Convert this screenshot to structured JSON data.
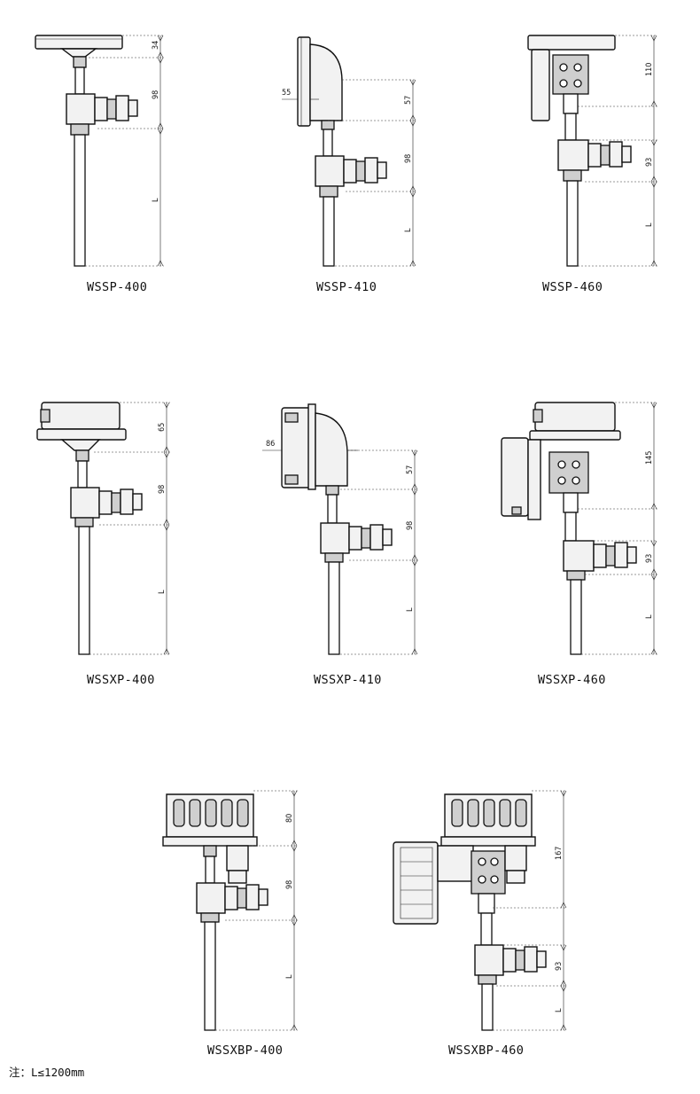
{
  "drawings": [
    {
      "model": "WSSP-400",
      "dims": [
        "34",
        "98",
        "L"
      ]
    },
    {
      "model": "WSSP-410",
      "dims": [
        "55",
        "57",
        "98",
        "L"
      ]
    },
    {
      "model": "WSSP-460",
      "dims": [
        "110",
        "93",
        "L"
      ]
    },
    {
      "model": "WSSXP-400",
      "dims": [
        "65",
        "98",
        "L"
      ]
    },
    {
      "model": "WSSXP-410",
      "dims": [
        "86",
        "57",
        "98",
        "L"
      ]
    },
    {
      "model": "WSSXP-460",
      "dims": [
        "145",
        "93",
        "L"
      ]
    },
    {
      "model": "WSSXBP-400",
      "dims": [
        "80",
        "98",
        "L"
      ]
    },
    {
      "model": "WSSXBP-460",
      "dims": [
        "167",
        "93",
        "L"
      ]
    }
  ],
  "note": "注：L≤1200mm"
}
